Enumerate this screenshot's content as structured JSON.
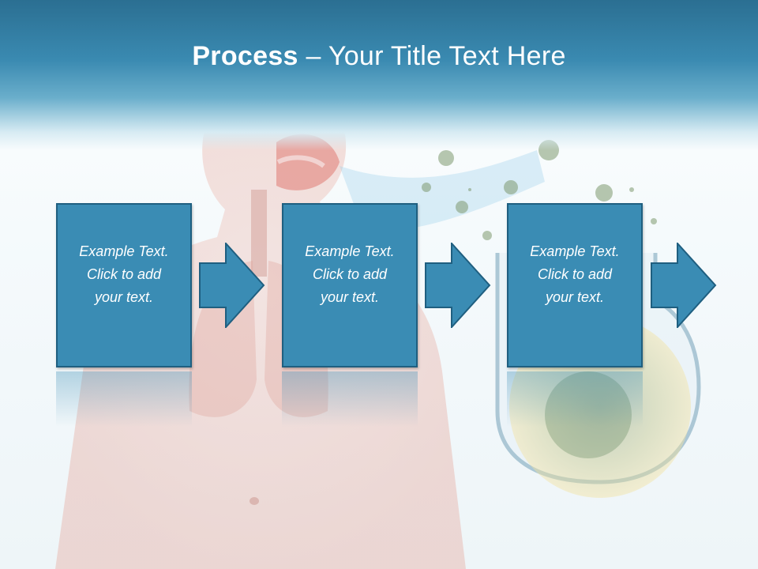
{
  "slide": {
    "title_bold": "Process",
    "title_rest": " – Your Title Text Here",
    "steps": [
      {
        "line1": "Example Text.",
        "line2": "Click  to add",
        "line3": "your text."
      },
      {
        "line1": "Example Text.",
        "line2": "Click  to add",
        "line3": "your text."
      },
      {
        "line1": "Example Text.",
        "line2": "Click  to add",
        "line3": "your text."
      }
    ]
  },
  "colors": {
    "header": "#3a8ab1",
    "box_fill": "#3a8cb4",
    "box_border": "#1f5f80",
    "text": "#ffffff"
  },
  "icons": [
    "respiratory-anatomy-illustration",
    "virus-illustration",
    "arrow-right-icon"
  ]
}
